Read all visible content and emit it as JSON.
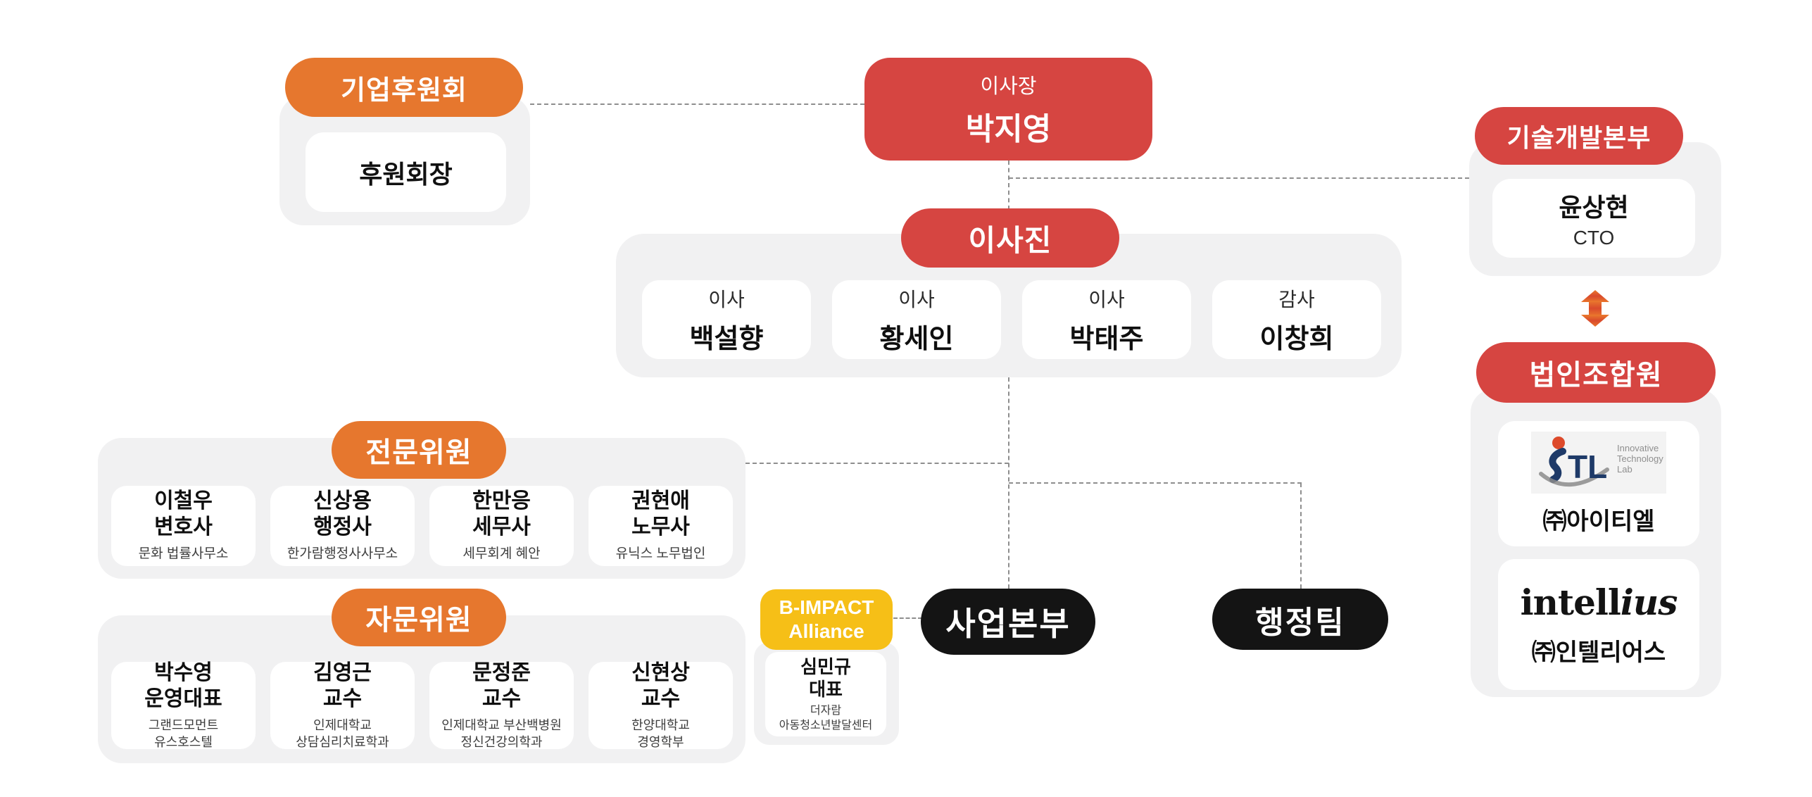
{
  "colors": {
    "orange": "#E6772E",
    "red": "#D64541",
    "yellow": "#F6BF17",
    "black_pill": "#141414",
    "panel_gray": "#F1F1F2",
    "dash_gray": "#8E8E8E",
    "logo_navy": "#1E3A68",
    "logo_red": "#DD4A2B"
  },
  "sponsor": {
    "badge": "기업후원회",
    "chair": "후원회장"
  },
  "chairman": {
    "title": "이사장",
    "name": "박지영"
  },
  "tech": {
    "badge": "기술개발본부",
    "name": "윤상현",
    "role": "CTO"
  },
  "board": {
    "badge": "이사진",
    "members": [
      {
        "role": "이사",
        "name": "백설향"
      },
      {
        "role": "이사",
        "name": "황세인"
      },
      {
        "role": "이사",
        "name": "박태주"
      },
      {
        "role": "감사",
        "name": "이창희"
      }
    ]
  },
  "experts": {
    "badge": "전문위원",
    "members": [
      {
        "name": "이철우",
        "title": "변호사",
        "org": "문화 법률사무소"
      },
      {
        "name": "신상용",
        "title": "행정사",
        "org": "한가람행정사사무소"
      },
      {
        "name": "한만응",
        "title": "세무사",
        "org": "세무회계 혜안"
      },
      {
        "name": "권현애",
        "title": "노무사",
        "org": "유닉스 노무법인"
      }
    ]
  },
  "advisors": {
    "badge": "자문위원",
    "members": [
      {
        "name": "박수영",
        "title": "운영대표",
        "org1": "그랜드모먼트",
        "org2": "유스호스텔"
      },
      {
        "name": "김영근",
        "title": "교수",
        "org1": "인제대학교",
        "org2": "상담심리치료학과"
      },
      {
        "name": "문정준",
        "title": "교수",
        "org1": "인제대학교 부산백병원",
        "org2": "정신건강의학과"
      },
      {
        "name": "신현상",
        "title": "교수",
        "org1": "한양대학교",
        "org2": "경영학부"
      }
    ]
  },
  "bimpact": {
    "badge_line1": "B-IMPACT",
    "badge_line2": "Alliance",
    "name": "심민규",
    "title": "대표",
    "org1": "더자람",
    "org2": "아동청소년발달센터"
  },
  "business": {
    "label": "사업본부"
  },
  "admin": {
    "label": "행정팀"
  },
  "corporate": {
    "badge": "법인조합원",
    "itl": {
      "mark": "TL",
      "sub1": "Innovative",
      "sub2": "Technology",
      "sub3": "Lab",
      "name": "㈜아이티엘"
    },
    "intellius": {
      "word_regular": "intell",
      "word_italic": "ius",
      "name": "㈜인텔리어스"
    }
  }
}
